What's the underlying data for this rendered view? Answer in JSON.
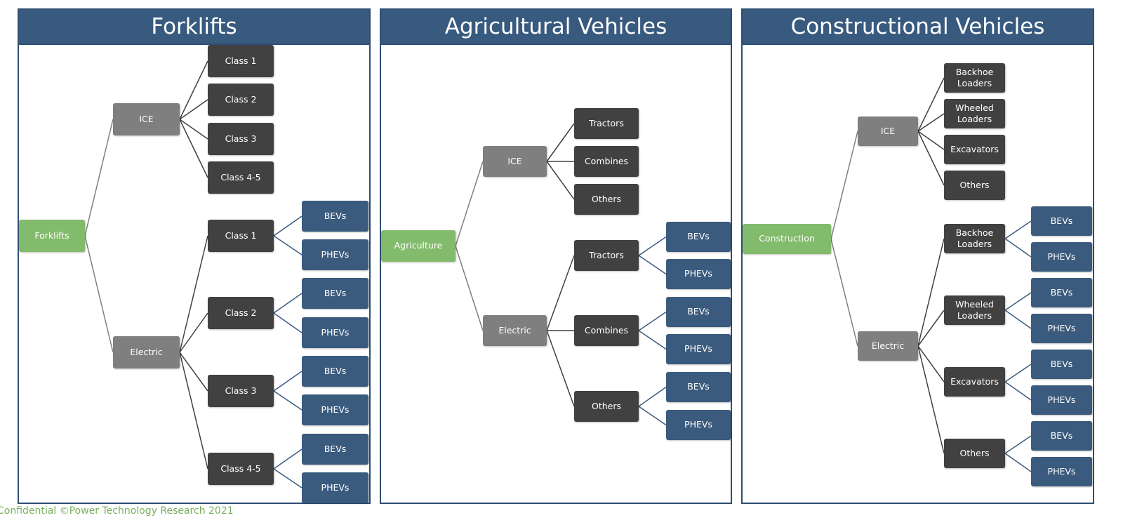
{
  "panels": [
    {
      "title": "Forklifts",
      "nodes": {
        "root": "Forklifts",
        "ice": "ICE",
        "electric": "Electric",
        "ice_c1": "Class 1",
        "ice_c2": "Class 2",
        "ice_c3": "Class 3",
        "ice_c45": "Class 4-5",
        "el_c1": "Class 1",
        "el_c2": "Class 2",
        "el_c3": "Class 3",
        "el_c45": "Class 4-5",
        "b1": "BEVs",
        "p1": "PHEVs",
        "b2": "BEVs",
        "p2": "PHEVs",
        "b3": "BEVs",
        "p3": "PHEVs",
        "b4": "BEVs",
        "p4": "PHEVs"
      }
    },
    {
      "title": "Agricultural Vehicles",
      "nodes": {
        "root": "Agriculture",
        "ice": "ICE",
        "electric": "Electric",
        "ice_tr": "Tractors",
        "ice_co": "Combines",
        "ice_ot": "Others",
        "el_tr": "Tractors",
        "el_co": "Combines",
        "el_ot": "Others",
        "b1": "BEVs",
        "p1": "PHEVs",
        "b2": "BEVs",
        "p2": "PHEVs",
        "b3": "BEVs",
        "p3": "PHEVs"
      }
    },
    {
      "title": "Constructional Vehicles",
      "nodes": {
        "root": "Construction",
        "ice": "ICE",
        "electric": "Electric",
        "ice_bl": "Backhoe\nLoaders",
        "ice_wl": "Wheeled\nLoaders",
        "ice_ex": "Excavators",
        "ice_ot": "Others",
        "el_bl": "Backhoe\nLoaders",
        "el_wl": "Wheeled\nLoaders",
        "el_ex": "Excavators",
        "el_ot": "Others",
        "b1": "BEVs",
        "p1": "PHEVs",
        "b2": "BEVs",
        "p2": "PHEVs",
        "b3": "BEVs",
        "p3": "PHEVs",
        "b4": "BEVs",
        "p4": "PHEVs"
      }
    }
  ],
  "footer": "Confidential  ©Power Technology Research 2021",
  "colors": {
    "header": "#385a7f",
    "root": "#83bb6c",
    "mid": "#7f7f7f",
    "dark": "#414141",
    "leaf": "#3b5b7e"
  }
}
